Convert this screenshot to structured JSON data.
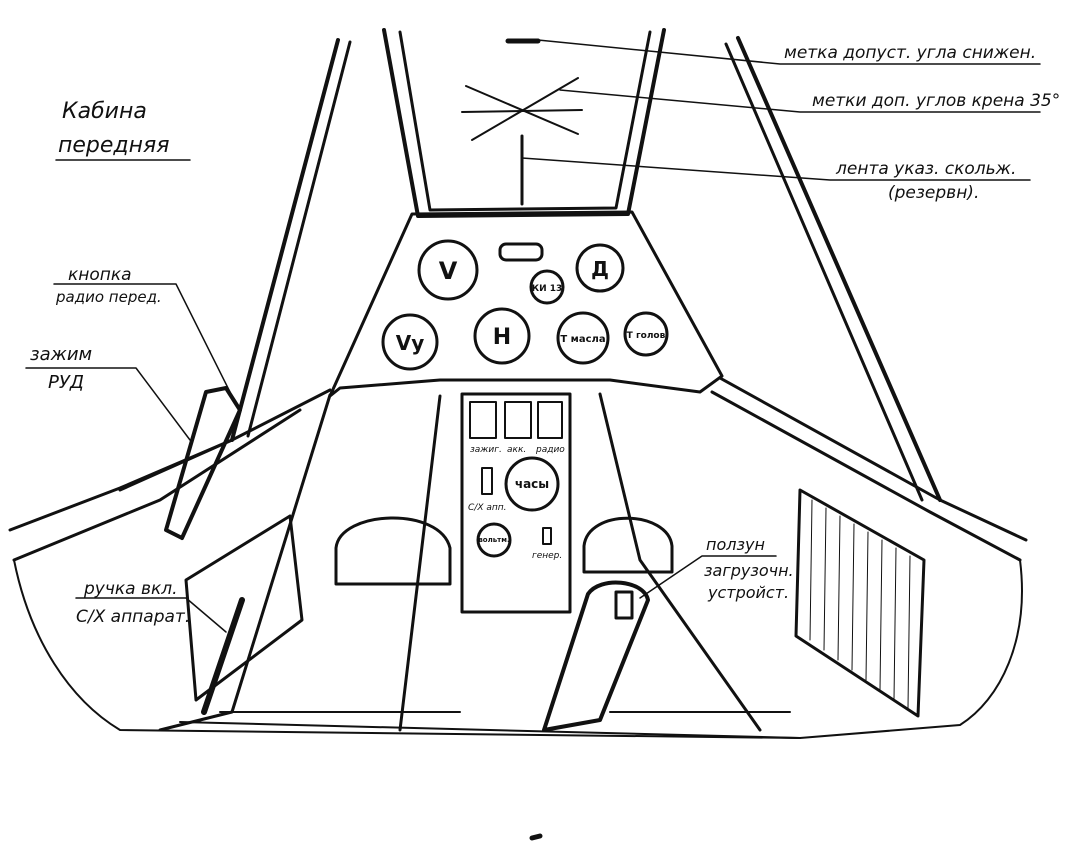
{
  "title": {
    "line1": "Кабина",
    "line2": "передняя"
  },
  "callouts": {
    "descent_mark": "метка допуст. угла снижен.",
    "bank_marks": "метки доп. углов крена 35°",
    "slip_tape_1": "лента указ. скольж.",
    "slip_tape_2": "(резервн).",
    "radio_button_1": "кнопка",
    "radio_button_2": "радио перед.",
    "throttle_clamp_1": "зажим",
    "throttle_clamp_2": "РУД",
    "ag_handle_1": "ручка вкл.",
    "ag_handle_2": "С/Х аппарат.",
    "slider_1": "ползун",
    "slider_2": "загрузочн.",
    "slider_3": "устройст."
  },
  "panel": {
    "gauges": [
      "V",
      "Д",
      "КИ 13",
      "Vy",
      "H",
      "T масла",
      "T голов"
    ],
    "switch_labels": [
      "зажиг.",
      "акк.",
      "радио"
    ],
    "clock": "часы",
    "ag_switch": "С/Х апп.",
    "voltmeter": "вольтм.",
    "generator": "генер."
  },
  "chart_data": {
    "type": "diagram",
    "subject": "Кабина передняя"
  }
}
